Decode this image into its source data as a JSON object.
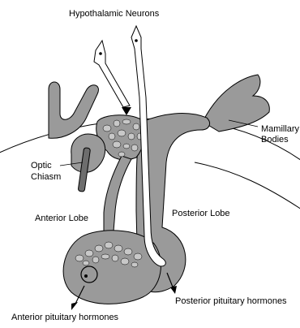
{
  "labels": {
    "hypothalamic_neurons": "Hypothalamic Neurons",
    "mamillary_line1": "Mamillary",
    "mamillary_line2": "Bodies",
    "optic_line1": "Optic",
    "optic_line2": "Chiasm",
    "anterior_lobe": "Anterior Lobe",
    "posterior_lobe": "Posterior Lobe",
    "anterior_hormones": "Anterior pituitary hormones",
    "posterior_hormones": "Posterior pituitary hormones"
  },
  "colors": {
    "tissue": "#9a9a9a",
    "capillary_cell": "#c8c8c8",
    "outline": "#000000",
    "background": "#ffffff"
  }
}
